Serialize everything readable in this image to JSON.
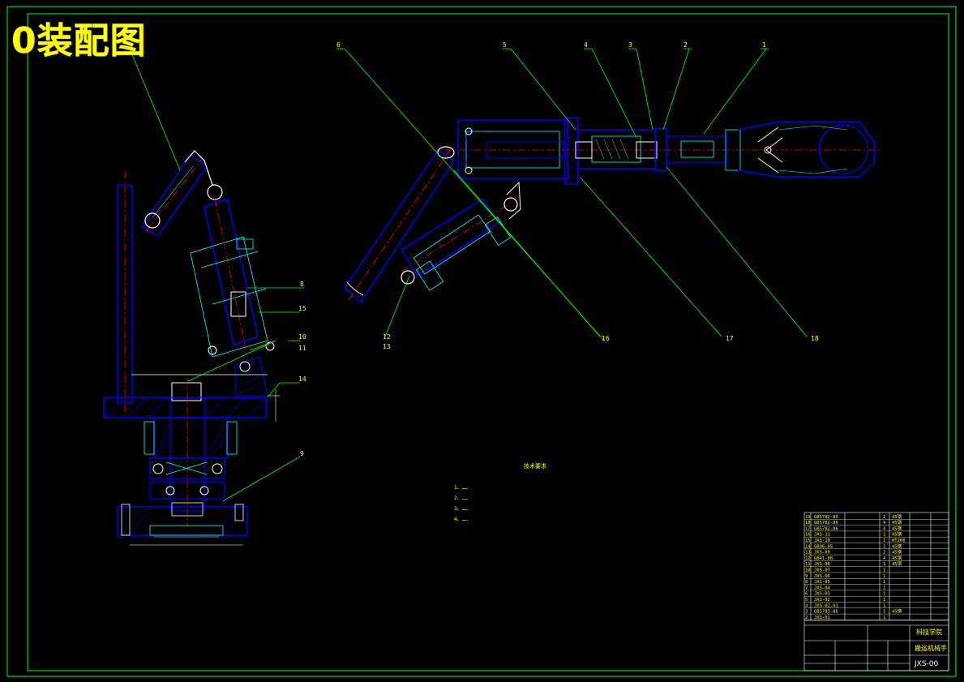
{
  "drawing": {
    "title": "0装配图",
    "colors": {
      "border": "#00ff00",
      "outline": "#0000ff",
      "cyan": "#00ffff",
      "center": "#ff0000",
      "leader": "#00ff00",
      "text": "#ffff00",
      "label": "#ffffff"
    }
  },
  "callouts": [
    "6",
    "5",
    "4",
    "3",
    "2",
    "1",
    "8",
    "15",
    "10",
    "11",
    "14",
    "9",
    "12",
    "13",
    "16",
    "17",
    "18"
  ],
  "notes": {
    "title": "技术要求",
    "items": [
      "1、……",
      "2、……",
      "3、……",
      "4、……"
    ]
  },
  "title_block": {
    "school": "科技学院",
    "name": "搬运机械手",
    "code": "JXS-00",
    "parts": [
      {
        "no": "19",
        "code": "GB5782-86",
        "qty": "2",
        "mat": "45钢"
      },
      {
        "no": "18",
        "code": "GB5782-86",
        "qty": "4",
        "mat": "45钢"
      },
      {
        "no": "17",
        "code": "GB5782-86",
        "qty": "4",
        "mat": "45钢"
      },
      {
        "no": "16",
        "code": "JXS-11",
        "qty": "1",
        "mat": "45钢"
      },
      {
        "no": "15",
        "code": "JXS-10",
        "qty": "1",
        "mat": "HT200"
      },
      {
        "no": "14",
        "code": "GB96-85",
        "qty": "1",
        "mat": "45钢"
      },
      {
        "no": "13",
        "code": "JXS-09",
        "qty": "2",
        "mat": "45钢"
      },
      {
        "no": "12",
        "code": "GB41-86",
        "qty": "4",
        "mat": "45钢"
      },
      {
        "no": "11",
        "code": "JXS-08",
        "qty": "1",
        "mat": "45钢"
      },
      {
        "no": "10",
        "code": "JXS-07",
        "qty": "1",
        "mat": ""
      },
      {
        "no": "9",
        "code": "JXS-06",
        "qty": "1",
        "mat": ""
      },
      {
        "no": "8",
        "code": "JXS-05",
        "qty": "1",
        "mat": ""
      },
      {
        "no": "7",
        "code": "JXS-04",
        "qty": "1",
        "mat": ""
      },
      {
        "no": "6",
        "code": "JXS-03",
        "qty": "1",
        "mat": ""
      },
      {
        "no": "5",
        "code": "JXS-02",
        "qty": "1",
        "mat": ""
      },
      {
        "no": "4",
        "code": "JXS-02-01",
        "qty": "1",
        "mat": ""
      },
      {
        "no": "3",
        "code": "GB5783-86",
        "qty": "1",
        "mat": "45钢"
      },
      {
        "no": "2",
        "code": "JXS-01",
        "qty": "1",
        "mat": ""
      }
    ]
  }
}
